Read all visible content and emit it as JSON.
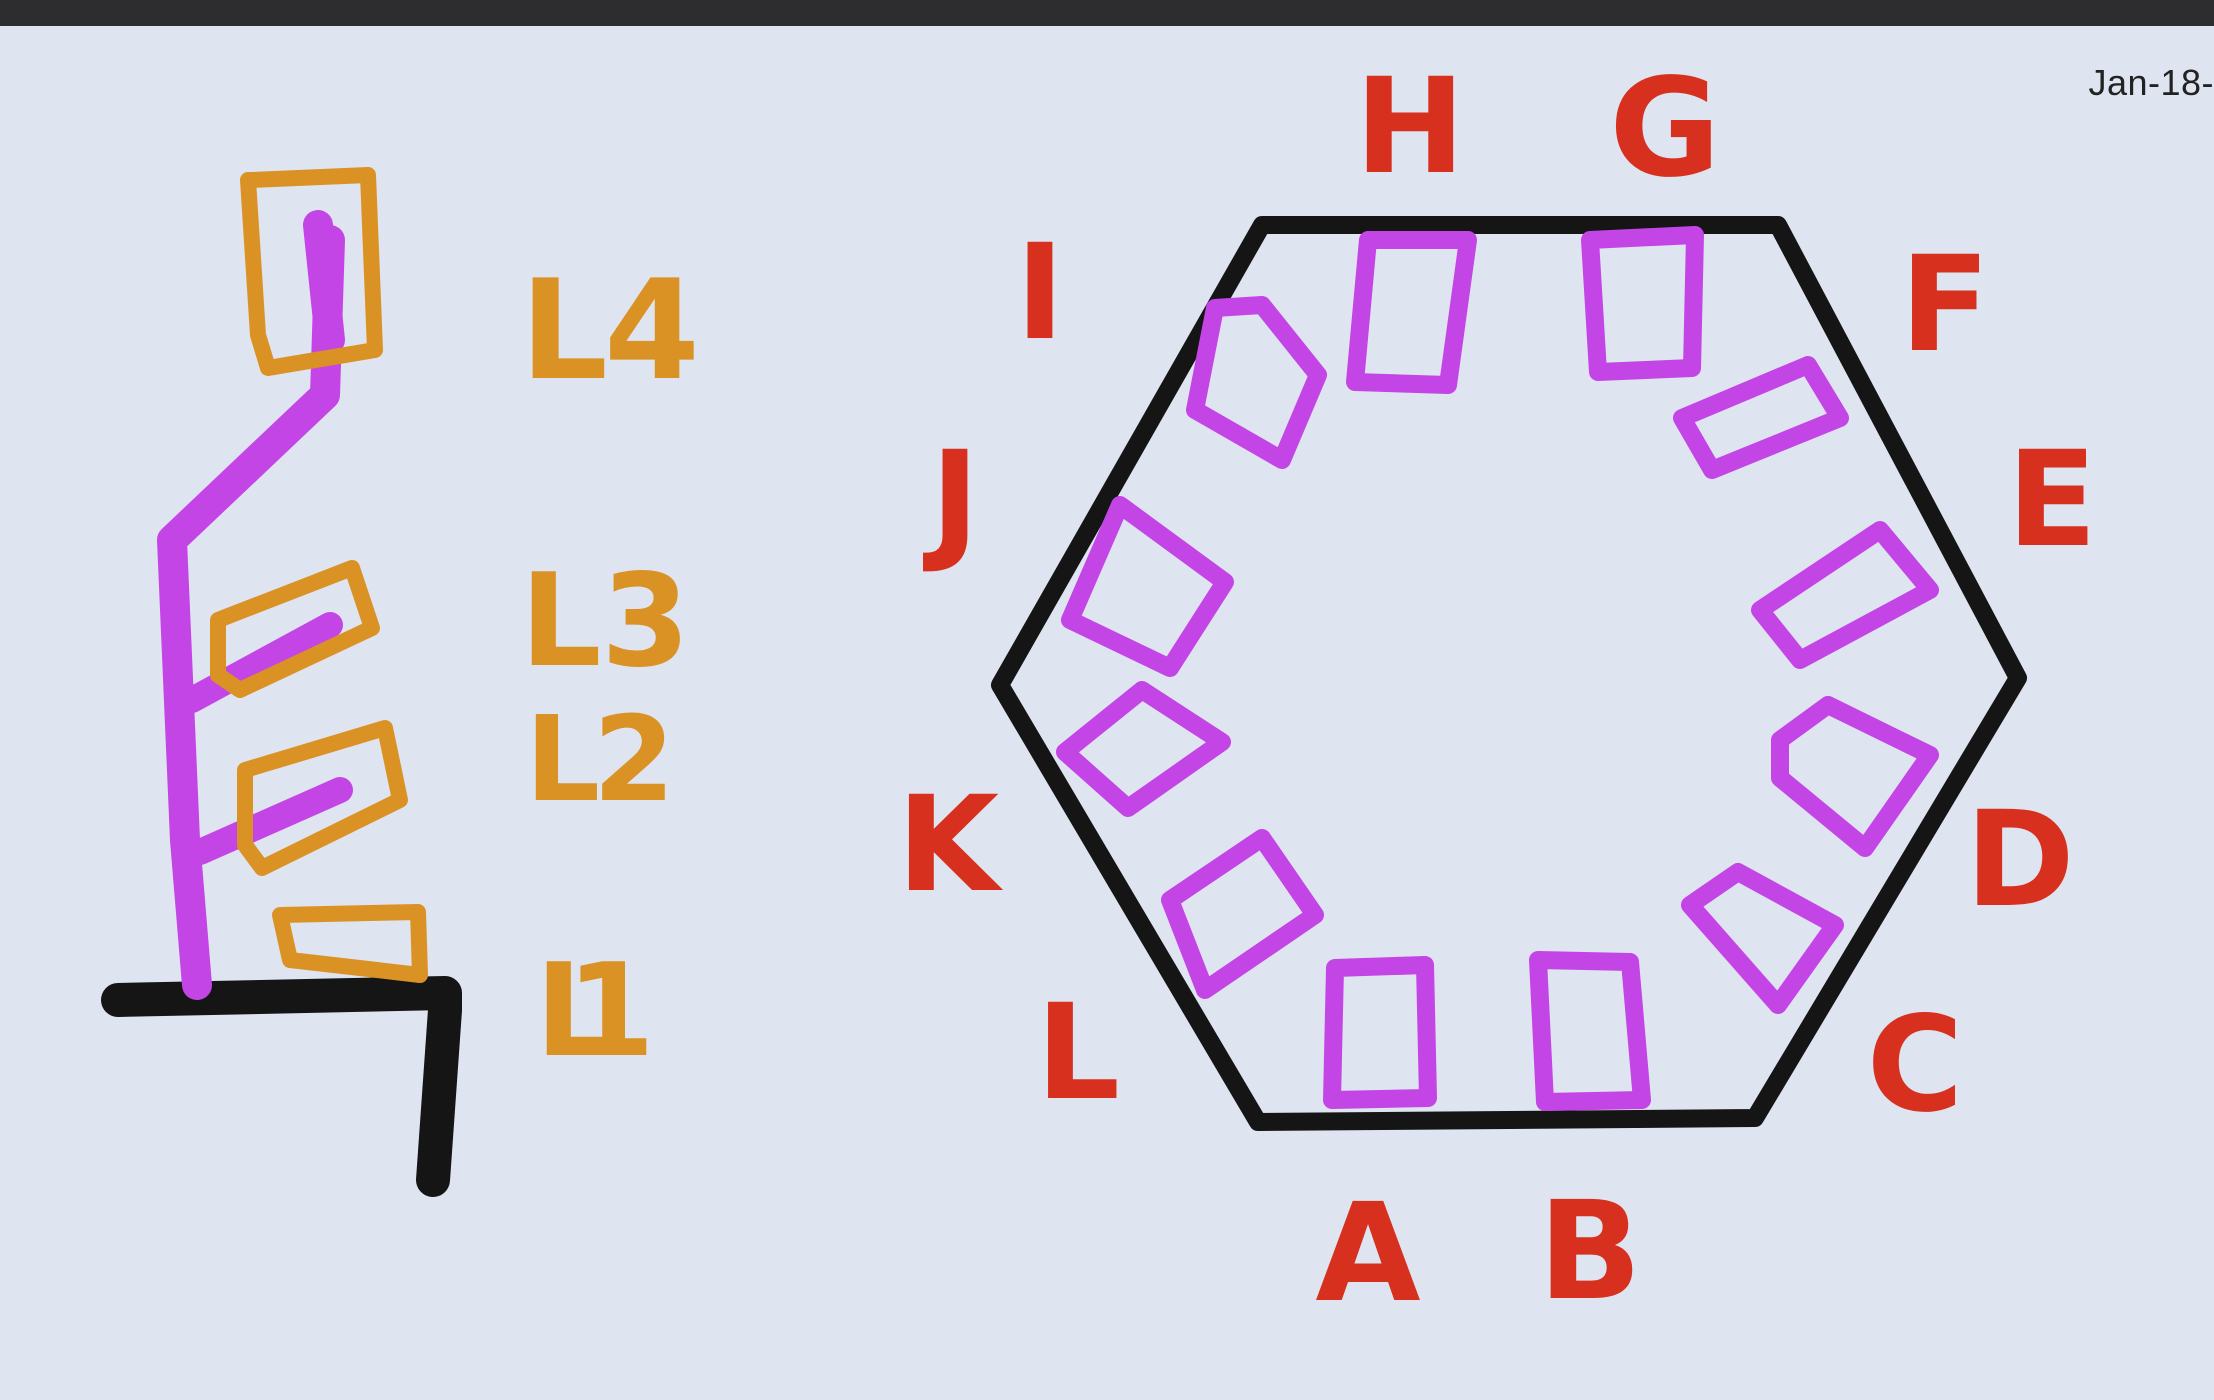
{
  "header": {
    "date": "Jan-18-"
  },
  "colors": {
    "background": "#dfe4f1",
    "wire": "#c445e6",
    "layer": "#db9224",
    "label": "#d8301e",
    "outline": "#151515"
  },
  "stack": {
    "layers": [
      "L4",
      "L3",
      "L2",
      "L1"
    ]
  },
  "hexagon": {
    "positions": [
      "A",
      "B",
      "C",
      "D",
      "E",
      "F",
      "G",
      "H",
      "I",
      "J",
      "K",
      "L"
    ]
  }
}
